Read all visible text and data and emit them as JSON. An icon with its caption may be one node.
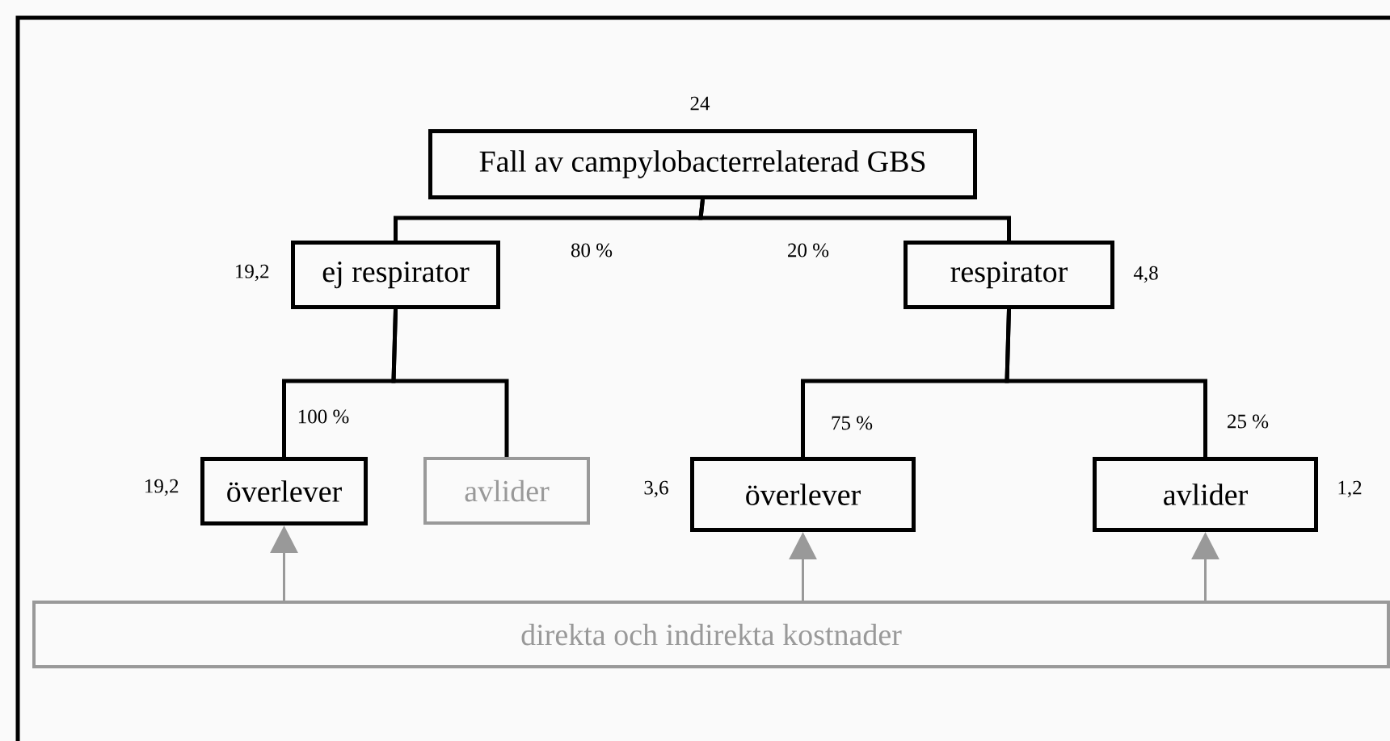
{
  "diagram": {
    "nodes": [
      {
        "text": [
          "Fall av campylobacterrelaterad GBS"
        ],
        "beside": [
          "24"
        ]
      },
      {
        "text": [
          "ej respirator"
        ],
        "beside": [
          "19,2"
        ]
      },
      {
        "text": [
          "respirator"
        ],
        "beside": [
          "4,8"
        ]
      },
      {
        "text": [
          "överlever"
        ],
        "beside": [
          "19,2"
        ]
      },
      {
        "text": [
          "avlider"
        ]
      },
      {
        "text": [
          "överlever"
        ],
        "beside": [
          "3,6"
        ]
      },
      {
        "text": [
          "avlider"
        ],
        "beside": [
          "1,2"
        ]
      },
      {
        "text": [
          "direkta och indirekta kostnader"
        ]
      }
    ],
    "edges": [
      {
        "from": 0,
        "to": 1,
        "arrow": "none",
        "label": "80 %"
      },
      {
        "from": 0,
        "to": 2,
        "arrow": "none",
        "label": "20 %"
      },
      {
        "from": 1,
        "to": 3,
        "arrow": "none",
        "label": "100 %"
      },
      {
        "from": 1,
        "to": 4,
        "arrow": "none"
      },
      {
        "from": 2,
        "to": 5,
        "arrow": "none",
        "label": "75 %"
      },
      {
        "from": 2,
        "to": 6,
        "arrow": "none",
        "label": "25 %"
      },
      {
        "from": 7,
        "to": 3,
        "arrow": "to",
        "color": "#999999"
      },
      {
        "from": 7,
        "to": 5,
        "arrow": "to",
        "color": "#999999"
      },
      {
        "from": 7,
        "to": 6,
        "arrow": "to",
        "color": "#999999"
      }
    ]
  }
}
